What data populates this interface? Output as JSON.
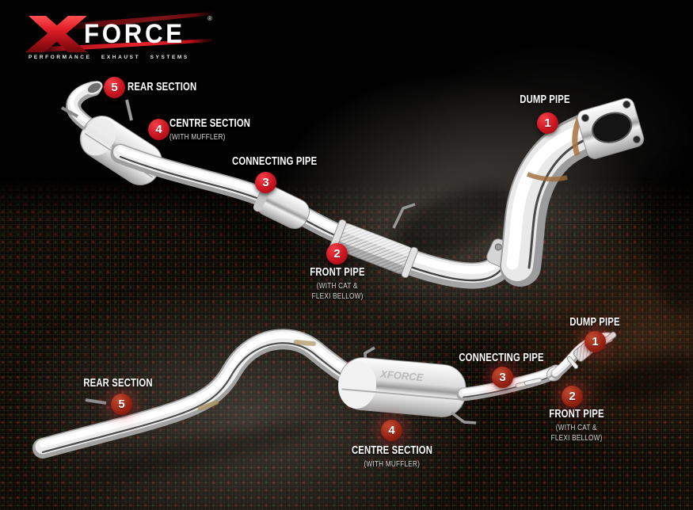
{
  "brand": {
    "x": "X",
    "wordmark": "FORCE",
    "registered": "®",
    "tagline": "PERFORMANCE EXHAUST SYSTEMS"
  },
  "colors": {
    "background": "#000000",
    "accent_red": "#e31b23",
    "badge_red_top": "#cb1420",
    "badge_red_bottom": "#9a2414",
    "label_white": "#ffffff",
    "sublabel_gray": "#d4d4d4"
  },
  "views": {
    "top": {
      "name": "top system view",
      "parts": [
        {
          "number": "1",
          "label": "DUMP PIPE",
          "sublines": []
        },
        {
          "number": "2",
          "label": "FRONT PIPE",
          "sublines": [
            "(WITH CAT &",
            "FLEXI BELLOW)"
          ]
        },
        {
          "number": "3",
          "label": "CONNECTING PIPE",
          "sublines": []
        },
        {
          "number": "4",
          "label": "CENTRE SECTION",
          "sublines": [
            "(WITH MUFFLER)"
          ]
        },
        {
          "number": "5",
          "label": "REAR SECTION",
          "sublines": []
        }
      ]
    },
    "bottom": {
      "name": "bottom system view",
      "parts": [
        {
          "number": "1",
          "label": "DUMP PIPE",
          "sublines": []
        },
        {
          "number": "2",
          "label": "FRONT PIPE",
          "sublines": [
            "(WITH CAT &",
            "FLEXI BELLOW)"
          ]
        },
        {
          "number": "3",
          "label": "CONNECTING PIPE",
          "sublines": []
        },
        {
          "number": "4",
          "label": "CENTRE SECTION",
          "sublines": [
            "(WITH MUFFLER)"
          ]
        },
        {
          "number": "5",
          "label": "REAR SECTION",
          "sublines": []
        }
      ]
    }
  }
}
